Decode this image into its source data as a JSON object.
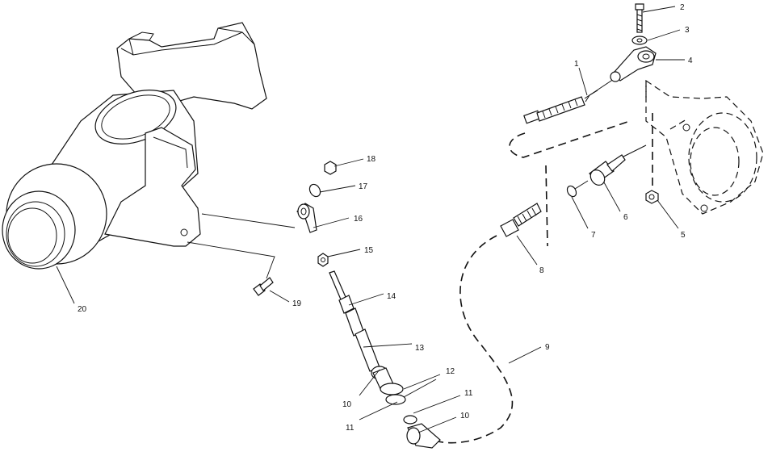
{
  "callouts": [
    {
      "id": "c1",
      "text": "1"
    },
    {
      "id": "c2",
      "text": "2"
    },
    {
      "id": "c3",
      "text": "3"
    },
    {
      "id": "c4",
      "text": "4"
    },
    {
      "id": "c5",
      "text": "5"
    },
    {
      "id": "c6",
      "text": "6"
    },
    {
      "id": "c7",
      "text": "7"
    },
    {
      "id": "c8",
      "text": "8"
    },
    {
      "id": "c9",
      "text": "9"
    },
    {
      "id": "c10a",
      "text": "10"
    },
    {
      "id": "c10b",
      "text": "10"
    },
    {
      "id": "c11a",
      "text": "11"
    },
    {
      "id": "c11b",
      "text": "11"
    },
    {
      "id": "c12",
      "text": "12"
    },
    {
      "id": "c13",
      "text": "13"
    },
    {
      "id": "c14",
      "text": "14"
    },
    {
      "id": "c15",
      "text": "15"
    },
    {
      "id": "c16",
      "text": "16"
    },
    {
      "id": "c17",
      "text": "17"
    },
    {
      "id": "c18",
      "text": "18"
    },
    {
      "id": "c19",
      "text": "19"
    },
    {
      "id": "c20",
      "text": "20"
    }
  ]
}
